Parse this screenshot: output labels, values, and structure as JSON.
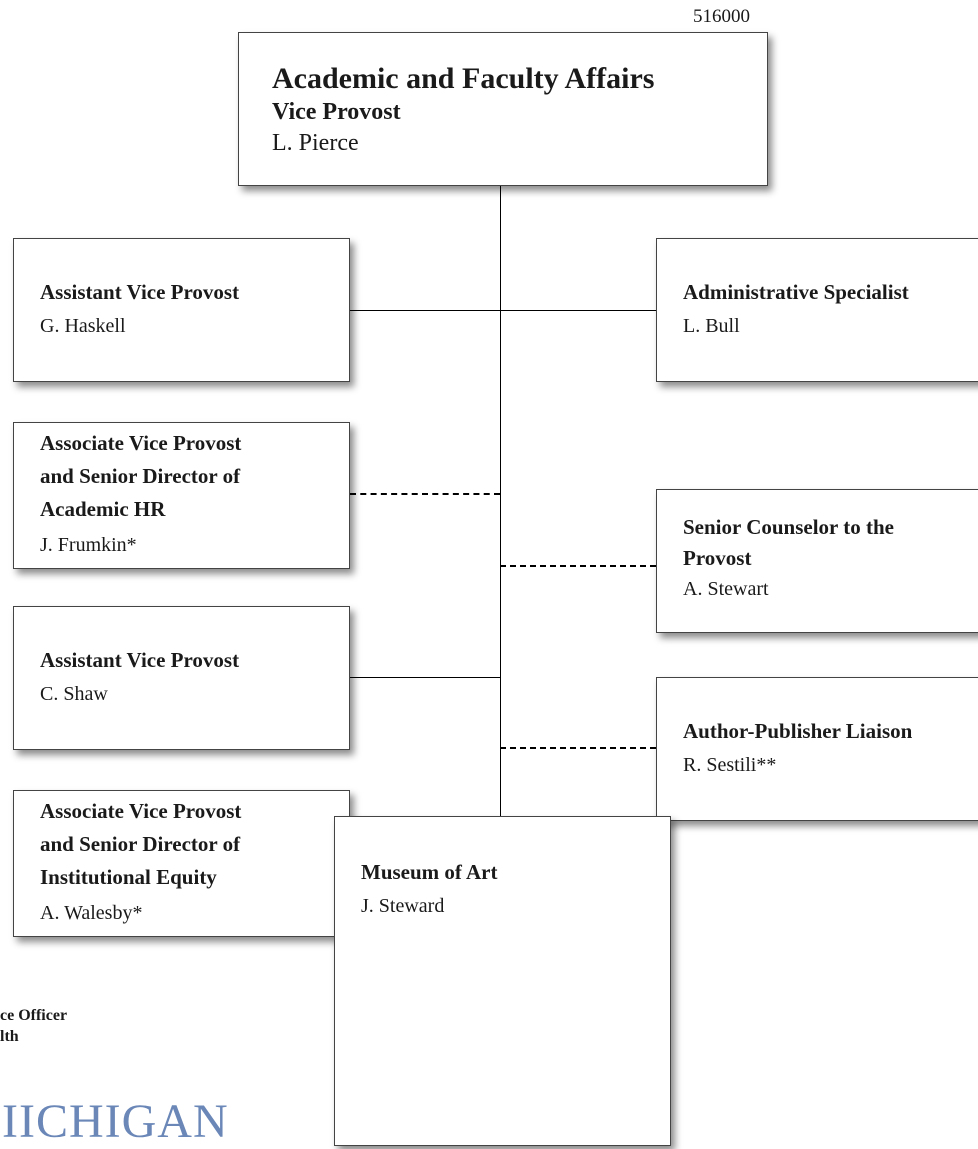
{
  "unit_code": "516000",
  "top": {
    "unit": "Academic and Faculty Affairs",
    "title": "Vice Provost",
    "name": "L. Pierce"
  },
  "left_boxes": [
    {
      "title": "Assistant Vice Provost",
      "name": "G. Haskell"
    },
    {
      "title_lines": [
        "Associate Vice Provost",
        "and Senior Director of",
        "Academic HR"
      ],
      "name": "J. Frumkin*"
    },
    {
      "title": "Assistant Vice Provost",
      "name": "C. Shaw"
    },
    {
      "title_lines": [
        "Associate Vice Provost",
        "and Senior Director of",
        "Institutional Equity"
      ],
      "name": "A. Walesby*"
    }
  ],
  "right_boxes": [
    {
      "title": "Administrative Specialist",
      "name": "L. Bull"
    },
    {
      "title_lines": [
        "Senior Counselor to the",
        "Provost"
      ],
      "name": "A. Stewart"
    },
    {
      "title": "Author-Publisher Liaison",
      "name": "R. Sestili**"
    }
  ],
  "bottom_box": {
    "title": "Museum of Art",
    "name": "J. Steward"
  },
  "footnote_lines": [
    "ce Officer",
    "lth"
  ],
  "logo_text": "IICHIGAN"
}
